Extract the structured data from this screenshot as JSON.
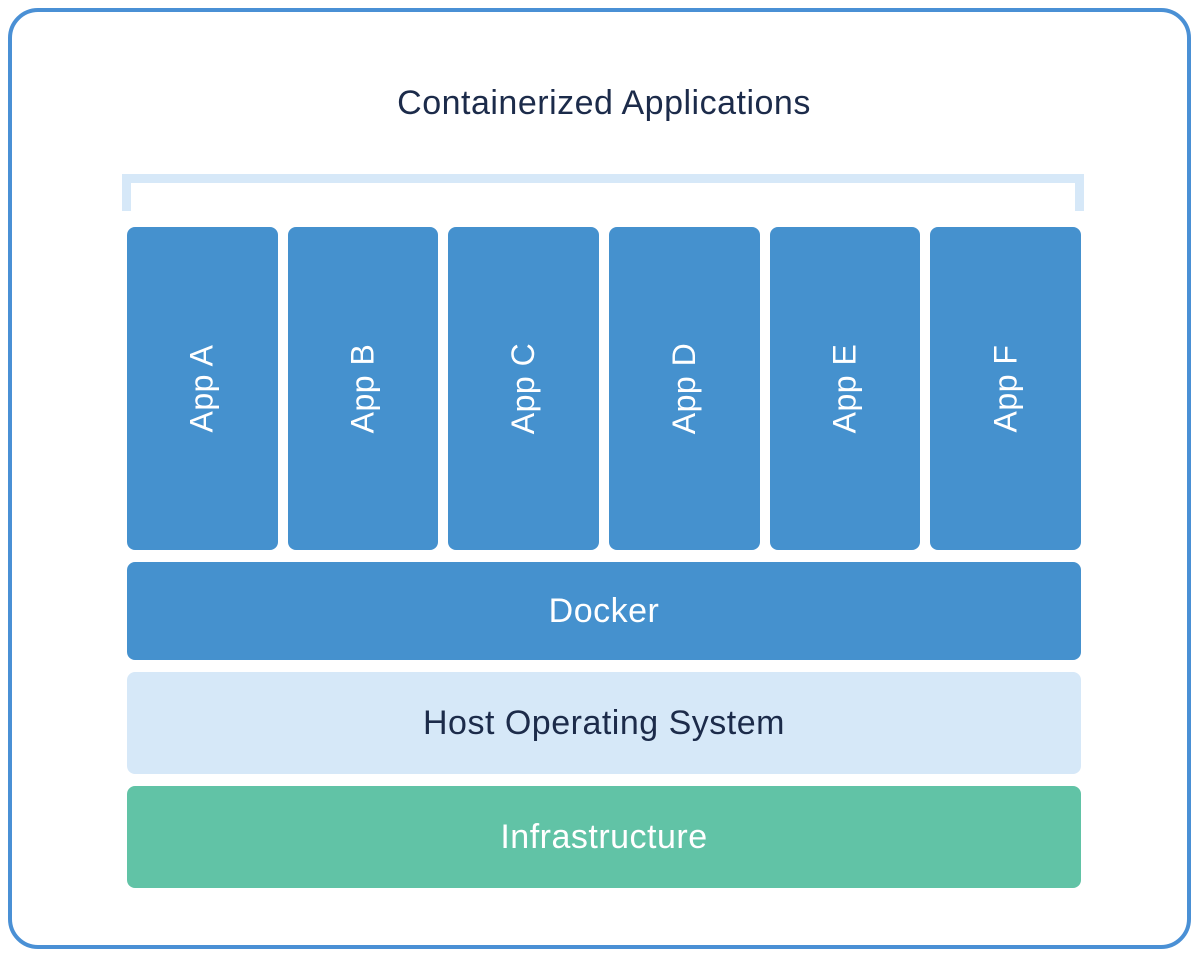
{
  "diagram": {
    "title": "Containerized Applications",
    "apps": [
      "App A",
      "App B",
      "App C",
      "App D",
      "App E",
      "App F"
    ],
    "layers": {
      "docker": "Docker",
      "host_os": "Host Operating System",
      "infrastructure": "Infrastructure"
    }
  },
  "colors": {
    "primary_blue": "#4591CE",
    "light_blue": "#D6E8F8",
    "green": "#61C3A6",
    "navy_text": "#1C2B4A",
    "card_border": "#4A90D5",
    "white_text": "#FFFFFF"
  }
}
